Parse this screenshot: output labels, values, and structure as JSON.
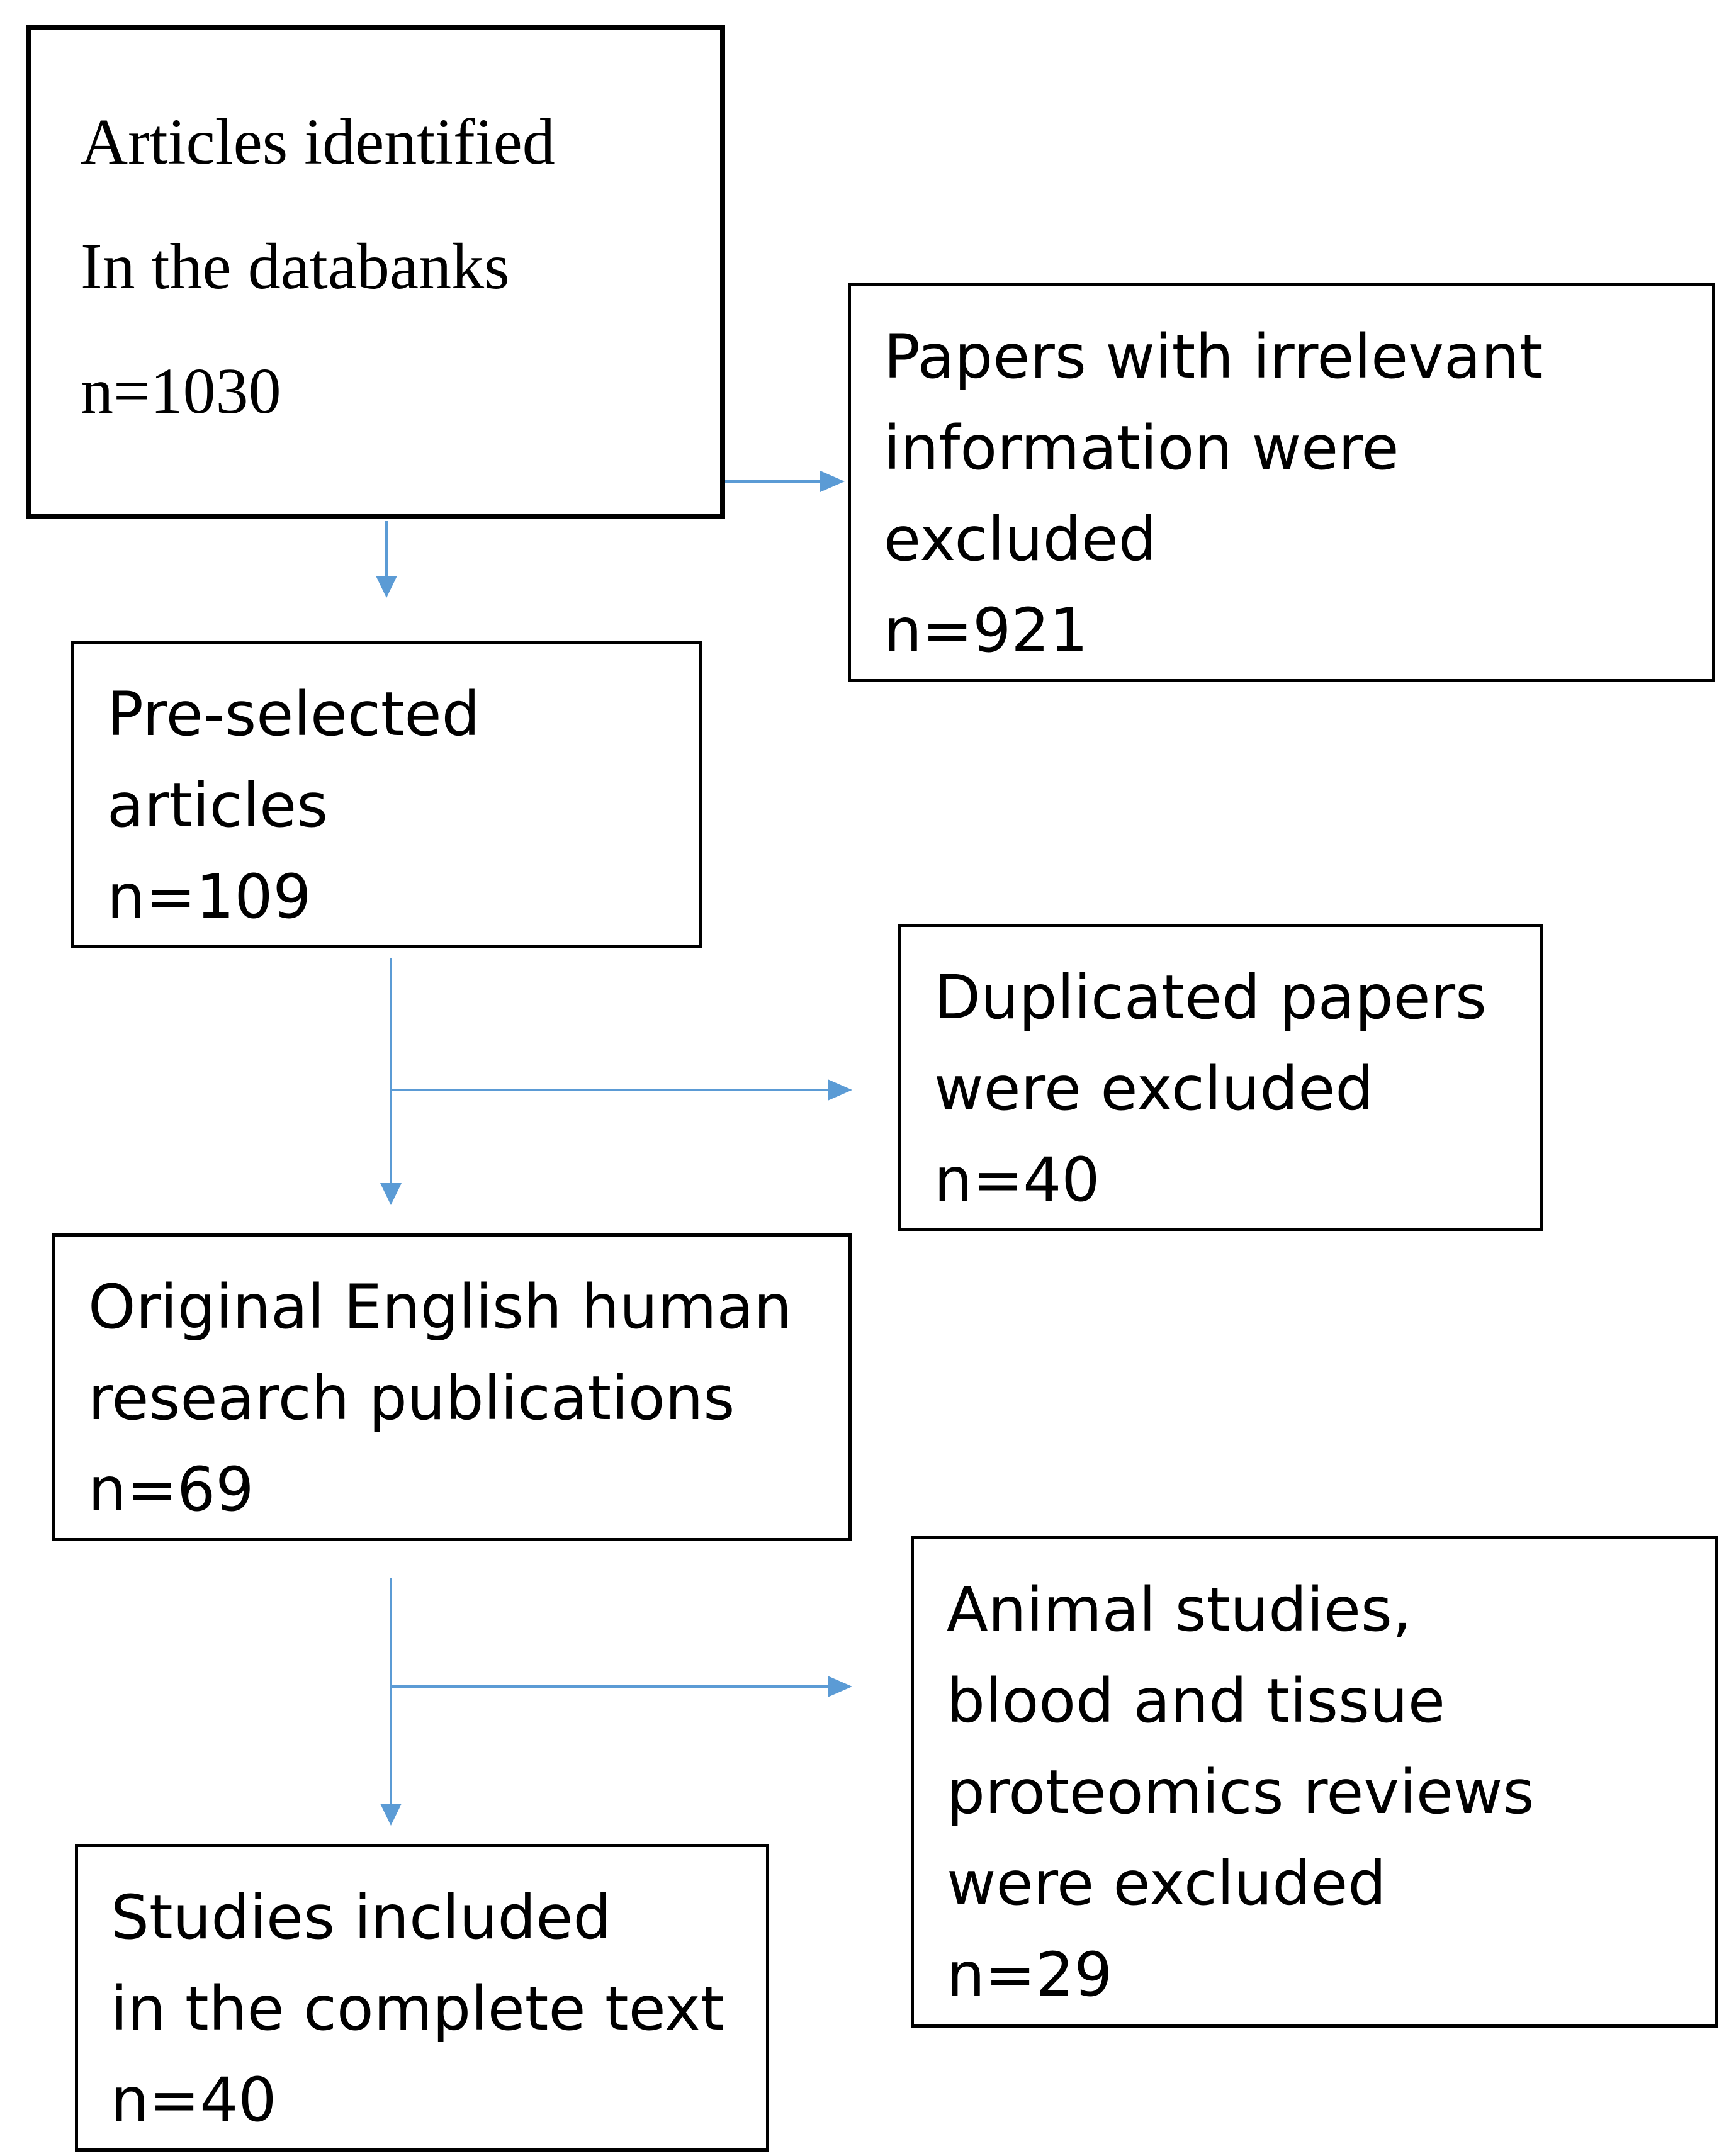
{
  "flowchart": {
    "colors": {
      "box_border": "#000000",
      "arrow": "#5b9bd5",
      "text": "#000000"
    },
    "boxes": [
      {
        "id": "identified",
        "lines": [
          "Articles identified",
          "In the databanks",
          "n=1030"
        ]
      },
      {
        "id": "irrelevant",
        "lines": [
          "Papers with irrelevant",
          "information were",
          "excluded",
          "n=921"
        ]
      },
      {
        "id": "preselected",
        "lines": [
          "Pre-selected",
          "articles",
          "n=109"
        ]
      },
      {
        "id": "duplicated",
        "lines": [
          "Duplicated papers",
          "were excluded",
          "n=40"
        ]
      },
      {
        "id": "original",
        "lines": [
          "Original English human",
          "research publications",
          "n=69"
        ]
      },
      {
        "id": "animal",
        "lines": [
          "Animal studies,",
          "blood and tissue",
          "proteomics reviews",
          "were excluded",
          "n=29"
        ]
      },
      {
        "id": "included",
        "lines": [
          "Studies included",
          "in the complete text",
          "n=40"
        ]
      }
    ],
    "arrows": [
      {
        "from": "identified",
        "to": "preselected"
      },
      {
        "from": "identified",
        "to": "irrelevant"
      },
      {
        "from": "preselected",
        "to": "original"
      },
      {
        "from": "preselected",
        "to": "duplicated"
      },
      {
        "from": "original",
        "to": "included"
      },
      {
        "from": "original",
        "to": "animal"
      }
    ]
  }
}
